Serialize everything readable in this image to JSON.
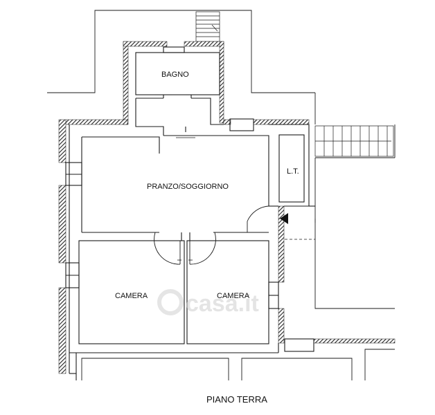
{
  "rooms": {
    "bagno": "BAGNO",
    "pranzo": "PRANZO/SOGGIORNO",
    "lt": "L.T.",
    "camera_left": "CAMERA",
    "camera_right": "CAMERA"
  },
  "title": "PIANO TERRA",
  "watermark": "casa.it",
  "colors": {
    "line": "#1a1a1a",
    "hatch": "#222222",
    "watermark": "#cfcfcf"
  }
}
